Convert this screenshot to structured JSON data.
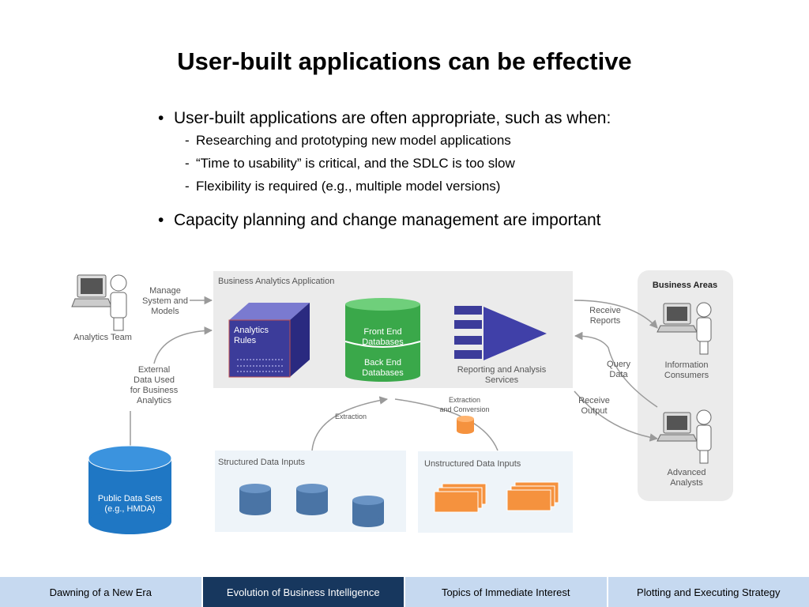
{
  "slide": {
    "title": "User-built applications can be effective",
    "bullets": [
      {
        "text": "User-built applications are often appropriate, such as when:",
        "sub": [
          "Researching and prototyping new model applications",
          "“Time to usability” is critical, and the SDLC is too slow",
          "Flexibility is required (e.g., multiple model versions)"
        ]
      },
      {
        "text": "Capacity planning and change management are important"
      }
    ]
  },
  "diagram": {
    "app_box_label": "Business Analytics Application",
    "analytics_rules": [
      "Analytics",
      "Rules"
    ],
    "front_end_db": [
      "Front End",
      "Databases"
    ],
    "back_end_db": [
      "Back End",
      "Databases"
    ],
    "reporting_services": [
      "Reporting and Analysis",
      "Services"
    ],
    "manage_label": [
      "Manage",
      "System and",
      "Models"
    ],
    "analytics_team": "Analytics Team",
    "external_data_label": [
      "External",
      "Data Used",
      "for Business",
      "Analytics"
    ],
    "public_data_sets": [
      "Public Data Sets",
      "(e.g., HMDA)"
    ],
    "extraction_label": "Extraction",
    "extraction_conversion": [
      "Extraction",
      "and Conversion"
    ],
    "structured_inputs": "Structured Data Inputs",
    "unstructured_inputs": "Unstructured Data Inputs",
    "receive_reports": [
      "Receive",
      "Reports"
    ],
    "query_data": [
      "Query",
      "Data"
    ],
    "receive_output": [
      "Receive",
      "Output"
    ],
    "business_areas": "Business Areas",
    "information_consumers": [
      "Information",
      "Consumers"
    ],
    "advanced_analysts": [
      "Advanced",
      "Analysts"
    ]
  },
  "footer": {
    "tabs": [
      {
        "label": "Dawning of a New Era",
        "active": false
      },
      {
        "label": "Evolution of Business Intelligence",
        "active": true
      },
      {
        "label": "Topics of Immediate Interest",
        "active": false
      },
      {
        "label": "Plotting and Executing Strategy",
        "active": false
      }
    ]
  },
  "colors": {
    "footer_tab": "#c6d9f0",
    "footer_active": "#17375e",
    "db_green": "#3aa84a",
    "cube_purple": "#3c3c9a",
    "db_blue": "#1f77c4",
    "input_blue": "#4a74a5",
    "doc_orange": "#f5923e"
  }
}
